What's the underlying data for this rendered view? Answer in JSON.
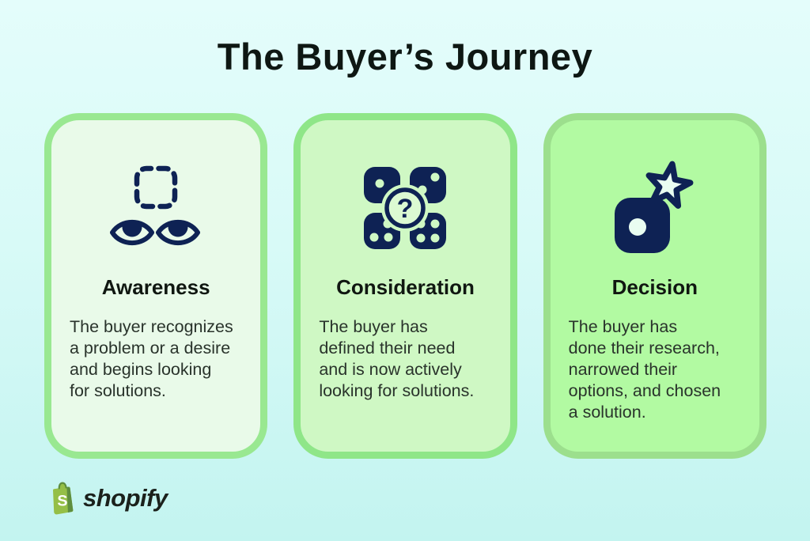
{
  "title": "The Buyer’s Journey",
  "stages": [
    {
      "name": "Awareness",
      "description": "The buyer recognizes\na problem or a desire\nand begins looking\nfor solutions.",
      "icon": "awareness-eyes-icon"
    },
    {
      "name": "Consideration",
      "description": "The buyer has\ndefined their need\nand is now actively\nlooking for solutions.",
      "icon": "consideration-dice-question-icon"
    },
    {
      "name": "Decision",
      "description": "The buyer has\ndone their research,\nnarrowed their\noptions, and chosen\na solution.",
      "icon": "decision-box-star-icon"
    }
  ],
  "icon_glyphs": {
    "question_mark": "?",
    "shopify_letter": "S"
  },
  "brand": {
    "name": "shopify"
  },
  "colors": {
    "background_top": "#e4fdfb",
    "background_bottom": "#c3f4f0",
    "icon_navy": "#0e2254",
    "card_awareness_bg": "#e9fae9",
    "card_awareness_border": "#99e891",
    "card_consideration_bg": "#cff8c4",
    "card_consideration_border": "#8fe688",
    "card_decision_bg": "#b2faa2",
    "card_decision_border": "#9cdf8d",
    "icon_light_mint": "#e9fdf1",
    "shopify_green": "#95bf47",
    "shopify_green_dark": "#5e8e3e",
    "title_text": "#0e1713",
    "body_text": "#29332b"
  }
}
